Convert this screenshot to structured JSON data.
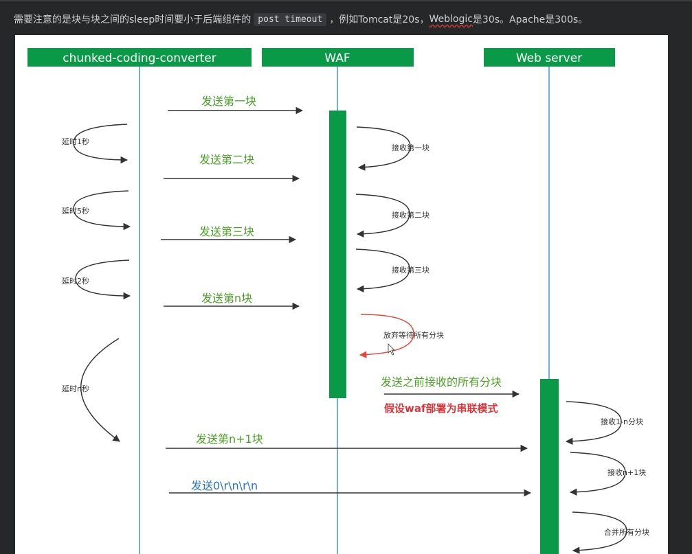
{
  "header": {
    "text_1": "需要注意的是块与块之间的sleep时间要小于后端组件的",
    "code": "post timeout",
    "text_2": "，例如Tomcat是20s，",
    "weblogic": "Weblogic",
    "text_3": "是30s。Apache是300s。"
  },
  "diagram": {
    "colors": {
      "box": "#0a9a47",
      "lifeline": "#3d97e0",
      "arrow": "#333333",
      "discard": "#e04a3c",
      "label_green": "#4aa125",
      "label_red": "#d6353a",
      "label_blue": "#2a72c8"
    },
    "participants": [
      "chunked-coding-converter",
      "WAF",
      "Web server"
    ],
    "messages": {
      "send_1": "发送第一块",
      "send_2": "发送第二块",
      "send_3": "发送第三块",
      "send_n": "发送第n块",
      "forward_all": "发送之前接收的所有分块",
      "send_n1": "发送第n+1块",
      "send_zero": "发送0\\r\\n\\r\\n"
    },
    "note": "假设waf部署为串联模式",
    "delays": [
      "延时1秒",
      "延时5秒",
      "延时2秒",
      "延时n秒"
    ],
    "waf_self": [
      "接收第一块",
      "接收第二块",
      "接收第三块",
      "放弃等待所有分块"
    ],
    "server_self": [
      "接收1-n分块",
      "接收n+1块",
      "合并所有分块"
    ]
  }
}
